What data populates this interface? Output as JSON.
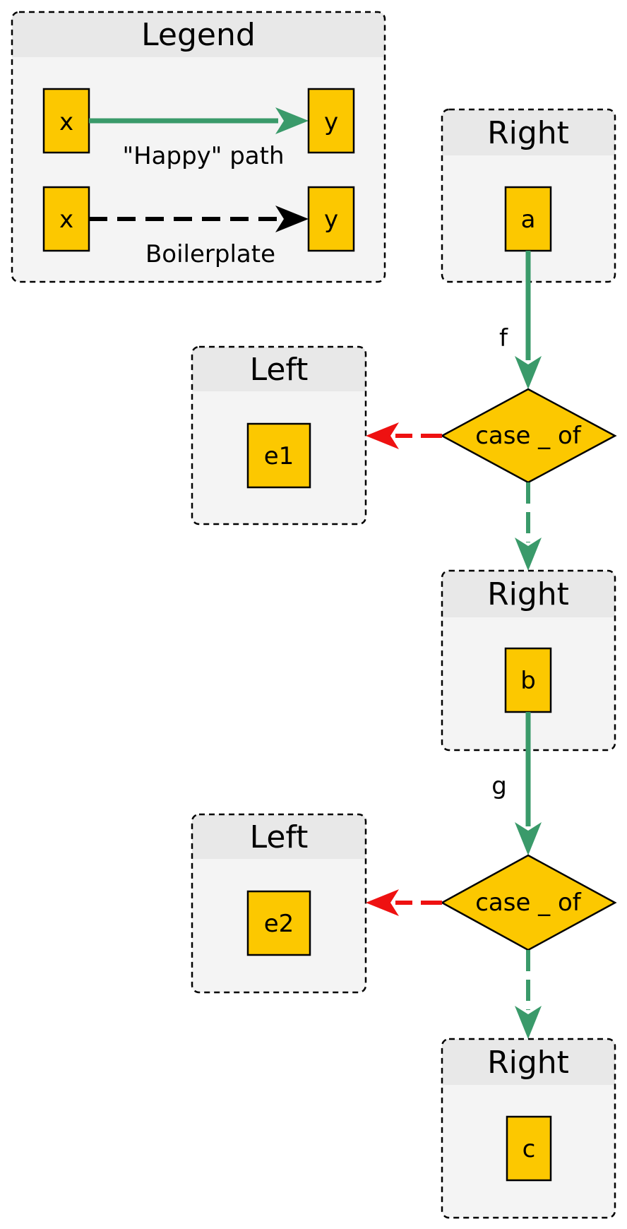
{
  "legend": {
    "title": "Legend",
    "happy_path": {
      "from": "x",
      "to": "y",
      "label": "\"Happy\" path"
    },
    "boilerplate": {
      "from": "x",
      "to": "y",
      "label": "Boilerplate"
    }
  },
  "flow": {
    "right_title": "Right",
    "left_title": "Left",
    "decision_label": "case _ of",
    "nodes": {
      "a": "a",
      "b": "b",
      "c": "c",
      "e1": "e1",
      "e2": "e2"
    },
    "edges": {
      "f": "f",
      "g": "g"
    }
  },
  "colors": {
    "happy": "#3a9a6a",
    "error": "#ee1111",
    "node_fill": "#fcc800",
    "cluster_fill": "#f4f4f4",
    "cluster_header": "#e8e8e8"
  }
}
